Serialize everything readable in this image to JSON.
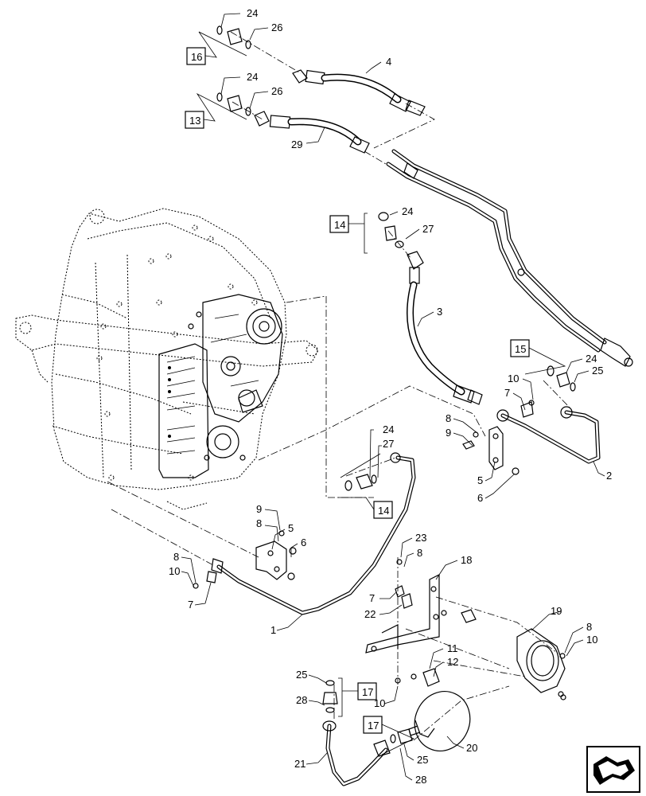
{
  "callouts": {
    "c24_a": "24",
    "c26_a": "26",
    "c16": "16",
    "c24_b": "24",
    "c26_b": "26",
    "c13": "13",
    "c4": "4",
    "c29": "29",
    "c14_top": "14",
    "c24_c": "24",
    "c27_a": "27",
    "c3": "3",
    "c15": "15",
    "c24_d": "24",
    "c25_a": "25",
    "c10_a": "10",
    "c7_a": "7",
    "c8_a": "8",
    "c9_a": "9",
    "c5_a": "5",
    "c6_a": "6",
    "c2": "2",
    "c24_e": "24",
    "c27_b": "27",
    "c14_mid": "14",
    "c9_b": "9",
    "c8_b": "8",
    "c5_b": "5",
    "c6_b": "6",
    "c8_c": "8",
    "c10_b": "10",
    "c7_b": "7",
    "c1": "1",
    "c23": "23",
    "c8_d": "8",
    "c18": "18",
    "c7_c": "7",
    "c22": "22",
    "c19": "19",
    "c8_e": "8",
    "c10_c": "10",
    "c11": "11",
    "c12": "12",
    "c25_b": "25",
    "c17_a": "17",
    "c28_a": "28",
    "c10_d": "10",
    "c17_b": "17",
    "c25_c": "25",
    "c28_b": "28",
    "c20": "20",
    "c21": "21"
  },
  "nav": {
    "icon": "arrow-page-navigation-icon"
  }
}
